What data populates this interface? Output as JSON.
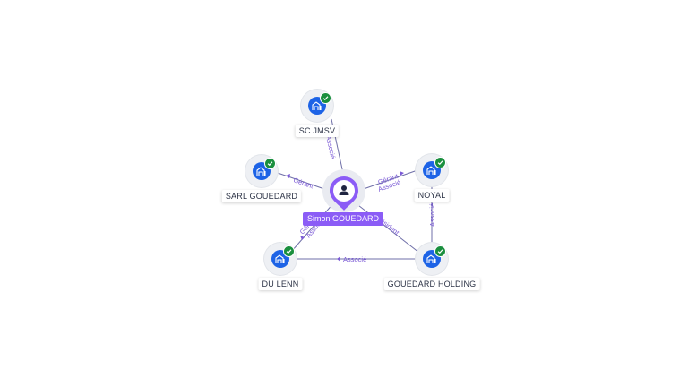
{
  "center": {
    "name": "Simon GOUEDARD",
    "icon": "person-icon"
  },
  "nodes": [
    {
      "id": "scjmsv",
      "label": "SC JMSV",
      "icon": "building-icon",
      "verified": true
    },
    {
      "id": "sarl",
      "label": "SARL GOUEDARD",
      "icon": "building-icon",
      "verified": true
    },
    {
      "id": "noyal",
      "label": "NOYAL",
      "icon": "building-icon",
      "verified": true
    },
    {
      "id": "dulenn",
      "label": "DU LENN",
      "icon": "building-icon",
      "verified": true
    },
    {
      "id": "holding",
      "label": "GOUEDARD HOLDING",
      "icon": "building-icon",
      "verified": true
    }
  ],
  "edges": {
    "scjmsv": "Associé",
    "sarl": "Gérant",
    "noyal_1": "Gérant",
    "noyal_2": "Associé",
    "dulenn_1": "Gérant",
    "dulenn_2": "Associé",
    "holding_center": "Président",
    "holding_noyal": "Associé",
    "holding_dulenn": "Associé"
  },
  "colors": {
    "company_node": "#1d63e6",
    "verified_badge": "#1a8f3e",
    "center_node": "#8b5cf6",
    "edge_label": "#7b5ad6"
  }
}
